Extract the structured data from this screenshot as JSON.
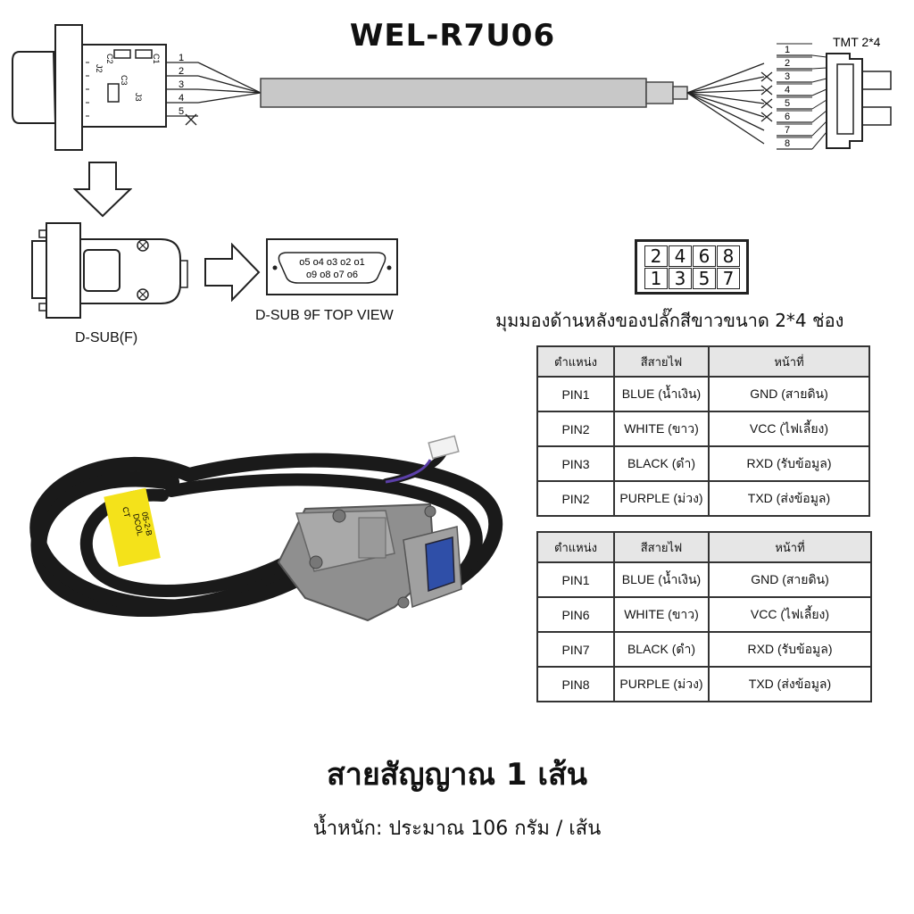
{
  "title": "WEL-R7U06",
  "left_connector": {
    "pin_numbers": [
      "1",
      "2",
      "3",
      "4",
      "5"
    ],
    "board_labels": [
      "J2",
      "C2",
      "C1",
      "C3",
      "J3"
    ]
  },
  "right_connector": {
    "label": "TMT 2*4",
    "pin_numbers": [
      "1",
      "2",
      "3",
      "4",
      "5",
      "6",
      "7",
      "8"
    ]
  },
  "dsub_label": "D-SUB(F)",
  "dsub_top_view_label": "D-SUB 9F TOP VIEW",
  "dsub_pins_top": [
    "o5",
    "o4",
    "o3",
    "o2",
    "o1"
  ],
  "dsub_pins_bottom": [
    "o9",
    "o8",
    "o7",
    "o6"
  ],
  "plug_grid": {
    "top": [
      "2",
      "4",
      "6",
      "8"
    ],
    "bottom": [
      "1",
      "3",
      "5",
      "7"
    ]
  },
  "plug_caption": "มุมมองด้านหลังของปลั๊กสีขาวขนาด 2*4 ช่อง",
  "photo": {
    "tag_lines": [
      "CT",
      "DCOL",
      "05-2-B"
    ]
  },
  "tables": [
    {
      "headers": [
        "ตำแหน่ง",
        "สีสายไฟ",
        "หน้าที่"
      ],
      "rows": [
        [
          "PIN1",
          "BLUE (น้ำเงิน)",
          "GND (สายดิน)"
        ],
        [
          "PIN2",
          "WHITE (ขาว)",
          "VCC (ไฟเลี้ยง)"
        ],
        [
          "PIN3",
          "BLACK (ดำ)",
          "RXD (รับข้อมูล)"
        ],
        [
          "PIN2",
          "PURPLE (ม่วง)",
          "TXD (ส่งข้อมูล)"
        ]
      ]
    },
    {
      "headers": [
        "ตำแหน่ง",
        "สีสายไฟ",
        "หน้าที่"
      ],
      "rows": [
        [
          "PIN1",
          "BLUE (น้ำเงิน)",
          "GND (สายดิน)"
        ],
        [
          "PIN6",
          "WHITE (ขาว)",
          "VCC (ไฟเลี้ยง)"
        ],
        [
          "PIN7",
          "BLACK (ดำ)",
          "RXD (รับข้อมูล)"
        ],
        [
          "PIN8",
          "PURPLE (ม่วง)",
          "TXD (ส่งข้อมูล)"
        ]
      ]
    }
  ],
  "caption": "สายสัญญาณ 1 เส้น",
  "weight": "น้ำหนัก: ประมาณ 106 กรัม / เส้น"
}
